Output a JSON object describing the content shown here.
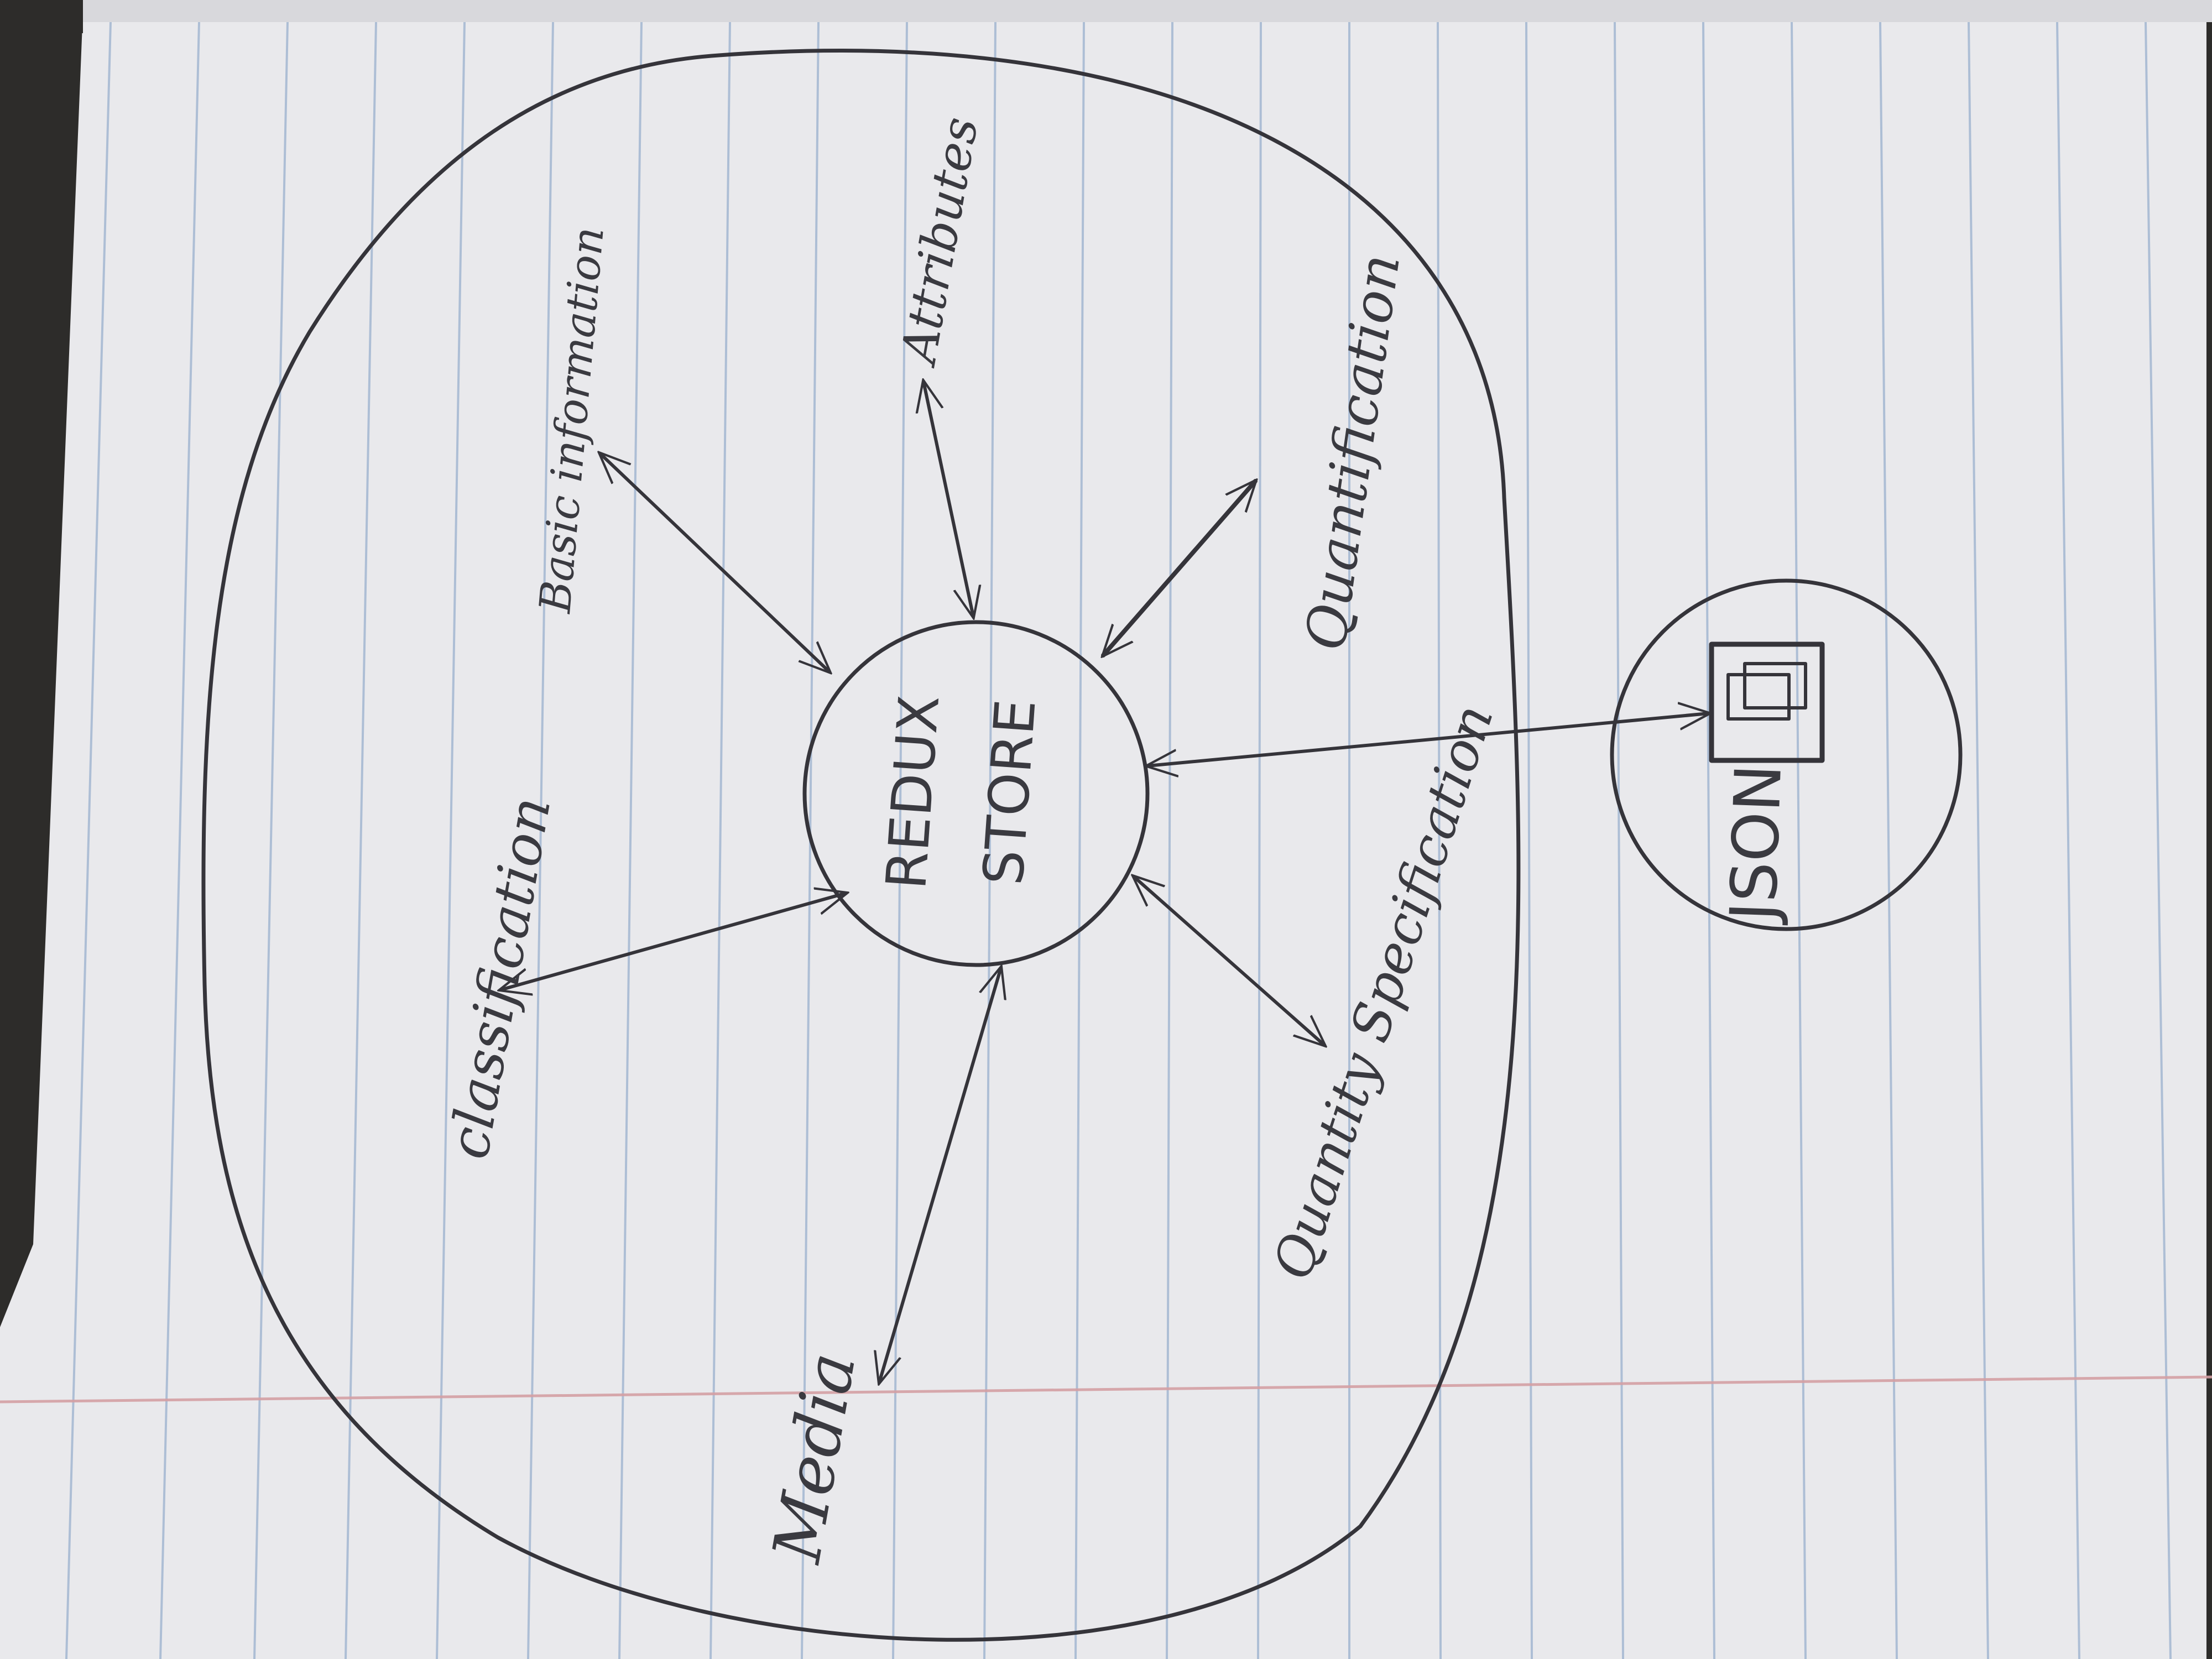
{
  "diagram": {
    "center_node": {
      "line1": "REDUX",
      "line2": "STORE"
    },
    "labels": {
      "attributes": "Attributes",
      "basic_information": "Basic information",
      "quantification": "Quantification",
      "classification": "classification",
      "quantity_specification": "Quantity Specification",
      "media": "Media"
    },
    "external_node": {
      "label": "JSON"
    },
    "colors": {
      "paper": "#e9e9ec",
      "ink": "#35343a",
      "rule_line": "#9fb4d0",
      "margin_line": "#d4a0a4"
    }
  }
}
